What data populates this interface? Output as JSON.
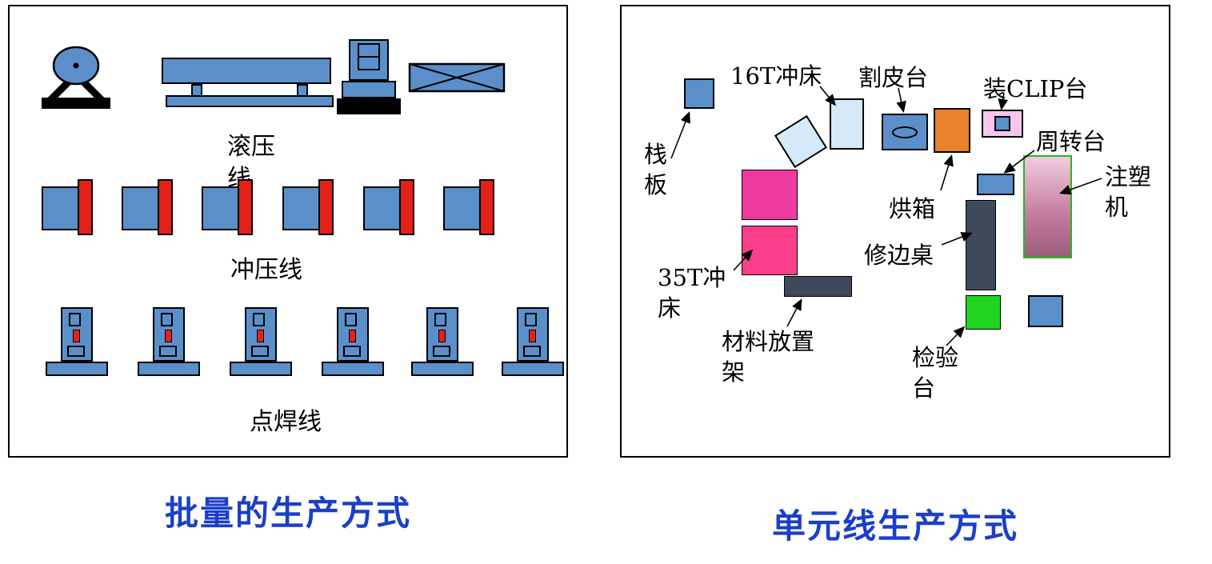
{
  "left_panel": {
    "title": "批量的生产方式",
    "rolling_line_label": "滚压线",
    "stamping_line_label": "冲压线",
    "welding_line_label": "点焊线"
  },
  "right_panel": {
    "title": "单元线生产方式",
    "pallet_label": "栈板",
    "punch16_label": "16T冲床",
    "skin_cut_label": "割皮台",
    "clip_label": "装CLIP台",
    "turnover_label": "周转台",
    "injection_label": "注塑机",
    "oven_label": "烘箱",
    "trimming_label": "修边桌",
    "punch35_label": "35T冲床",
    "material_rack_label": "材料放置架",
    "inspection_label": "检验台"
  },
  "colors": {
    "machine_blue": "#5B8FC9",
    "pale_blue": "#D6E9F8",
    "accent_red": "#E32119",
    "oven_orange": "#E8822D",
    "clip_pink": "#F6C6EC",
    "punch35_magenta_top": "#EE3AA0",
    "punch35_magenta_bottom": "#FA3E8C",
    "dark_slate": "#3E4A5C",
    "inspection_green": "#1FD41F",
    "injection_border_green": "#22BB22",
    "title_blue": "#1B3FC8"
  }
}
